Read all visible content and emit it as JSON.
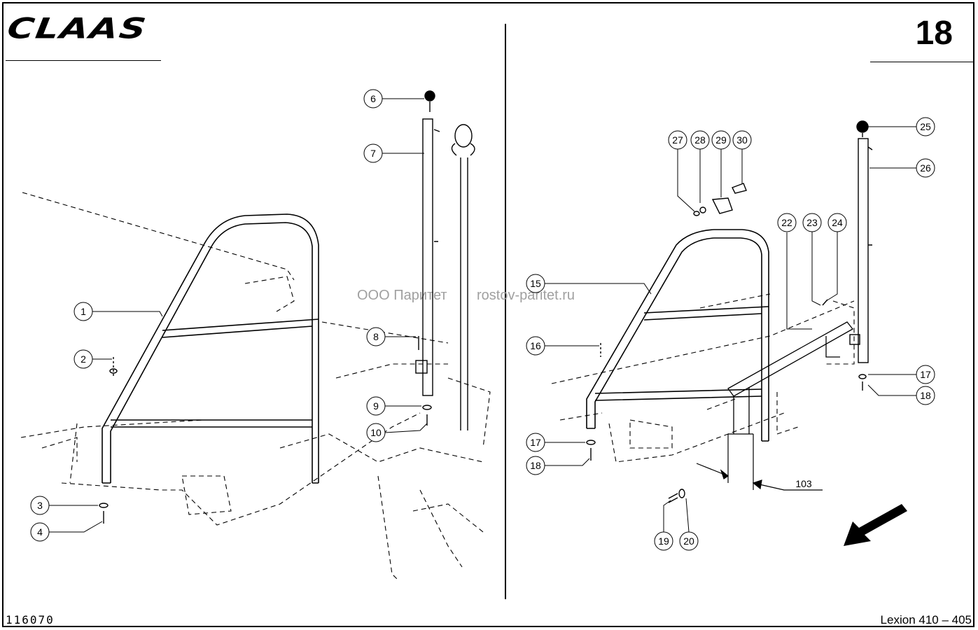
{
  "header": {
    "brand": "CLAAS",
    "page_number": "18"
  },
  "footer": {
    "drawing_number": "116070",
    "model": "Lexion 410 – 405"
  },
  "watermark": {
    "company": "ООО Паритет",
    "site": "rostov-paritet.ru"
  },
  "callouts": {
    "c1": "1",
    "c2": "2",
    "c3": "3",
    "c4": "4",
    "c6": "6",
    "c7": "7",
    "c8": "8",
    "c9": "9",
    "c10": "10",
    "c15": "15",
    "c16": "16",
    "c17a": "17",
    "c17b": "17",
    "c18a": "18",
    "c18b": "18",
    "c19": "19",
    "c20": "20",
    "c22": "22",
    "c23": "23",
    "c24": "24",
    "c25": "25",
    "c26": "26",
    "c27": "27",
    "c28": "28",
    "c29": "29",
    "c30": "30"
  },
  "dimension": {
    "value": "103"
  }
}
